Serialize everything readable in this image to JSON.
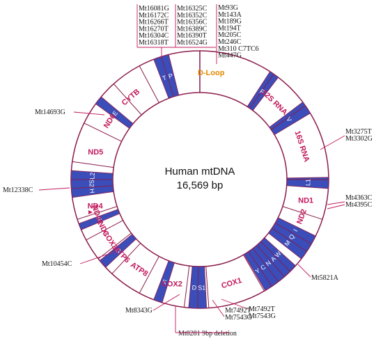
{
  "center": {
    "title": "Human mtDNA",
    "size": "16,569 bp"
  },
  "colors": {
    "ring_outline": "#8b1a4a",
    "trna_fill": "#3b4db8",
    "gene_text": "#c2185b",
    "dloop_text": "#e08a00",
    "trna_text": "#ffffff",
    "callout_line": "#c2185b",
    "mut_text": "#111111"
  },
  "genes": [
    {
      "key": "dloop",
      "label": "D-Loop"
    },
    {
      "key": "rna12s",
      "label": "12S RNA"
    },
    {
      "key": "rna16s",
      "label": "16S RNA"
    },
    {
      "key": "nd1",
      "label": "ND1"
    },
    {
      "key": "nd2",
      "label": "ND2"
    },
    {
      "key": "cox1",
      "label": "COX1"
    },
    {
      "key": "cox2",
      "label": "COX2"
    },
    {
      "key": "atp8",
      "label": "ATP8"
    },
    {
      "key": "atp6",
      "label": "ATP6"
    },
    {
      "key": "cox3",
      "label": "COX3"
    },
    {
      "key": "nd3",
      "label": "ND3"
    },
    {
      "key": "nd4l",
      "label": "ND4L"
    },
    {
      "key": "nd4",
      "label": "ND4"
    },
    {
      "key": "nd5",
      "label": "ND5"
    },
    {
      "key": "nd6",
      "label": "ND6"
    },
    {
      "key": "cytb",
      "label": "CYTB"
    }
  ],
  "trnas": [
    {
      "key": "F",
      "label": "F"
    },
    {
      "key": "V",
      "label": "V"
    },
    {
      "key": "L1",
      "label": "L1"
    },
    {
      "key": "I",
      "label": "I"
    },
    {
      "key": "Q",
      "label": "Q"
    },
    {
      "key": "M",
      "label": "M"
    },
    {
      "key": "W",
      "label": "W"
    },
    {
      "key": "A",
      "label": "A"
    },
    {
      "key": "N",
      "label": "N"
    },
    {
      "key": "C",
      "label": "C"
    },
    {
      "key": "Y",
      "label": "Y"
    },
    {
      "key": "S1",
      "label": "S1"
    },
    {
      "key": "D",
      "label": "D"
    },
    {
      "key": "K",
      "label": "K"
    },
    {
      "key": "G",
      "label": "G"
    },
    {
      "key": "R",
      "label": "R"
    },
    {
      "key": "H",
      "label": "H"
    },
    {
      "key": "S2",
      "label": "S2"
    },
    {
      "key": "L2",
      "label": "L2"
    },
    {
      "key": "E",
      "label": "E"
    },
    {
      "key": "T",
      "label": "T"
    },
    {
      "key": "P",
      "label": "P"
    }
  ],
  "mutations": {
    "box1": [
      "Mt16081G",
      "Mt16172C",
      "Mt16266T",
      "Mt16270T",
      "Mt16304C",
      "Mt16318T"
    ],
    "box2": [
      "Mt16325C",
      "Mt16352C",
      "Mt16356C",
      "Mt16389C",
      "Mt16390T",
      "Mt16524G"
    ],
    "box3": [
      "Mt93G",
      "Mt143A",
      "Mt189G",
      "Mt194T",
      "Mt205C",
      "Mt246C",
      "Mt310 C7TC6",
      "Mt447G"
    ],
    "l1": [
      "Mt3275T",
      "Mt3302G"
    ],
    "imq": [
      "Mt4363C",
      "Mt4395C"
    ],
    "cox1": [
      "Mt5821A"
    ],
    "s1d": [
      "Mt7492T",
      "Mt7543G"
    ],
    "atp8": [
      "Mt8281 9bp deletion"
    ],
    "k": [
      "Mt8343G"
    ],
    "g": [
      "Mt10454C"
    ],
    "nd5": [
      "Mt12338C"
    ],
    "cytb": [
      "Mt14693G"
    ]
  }
}
